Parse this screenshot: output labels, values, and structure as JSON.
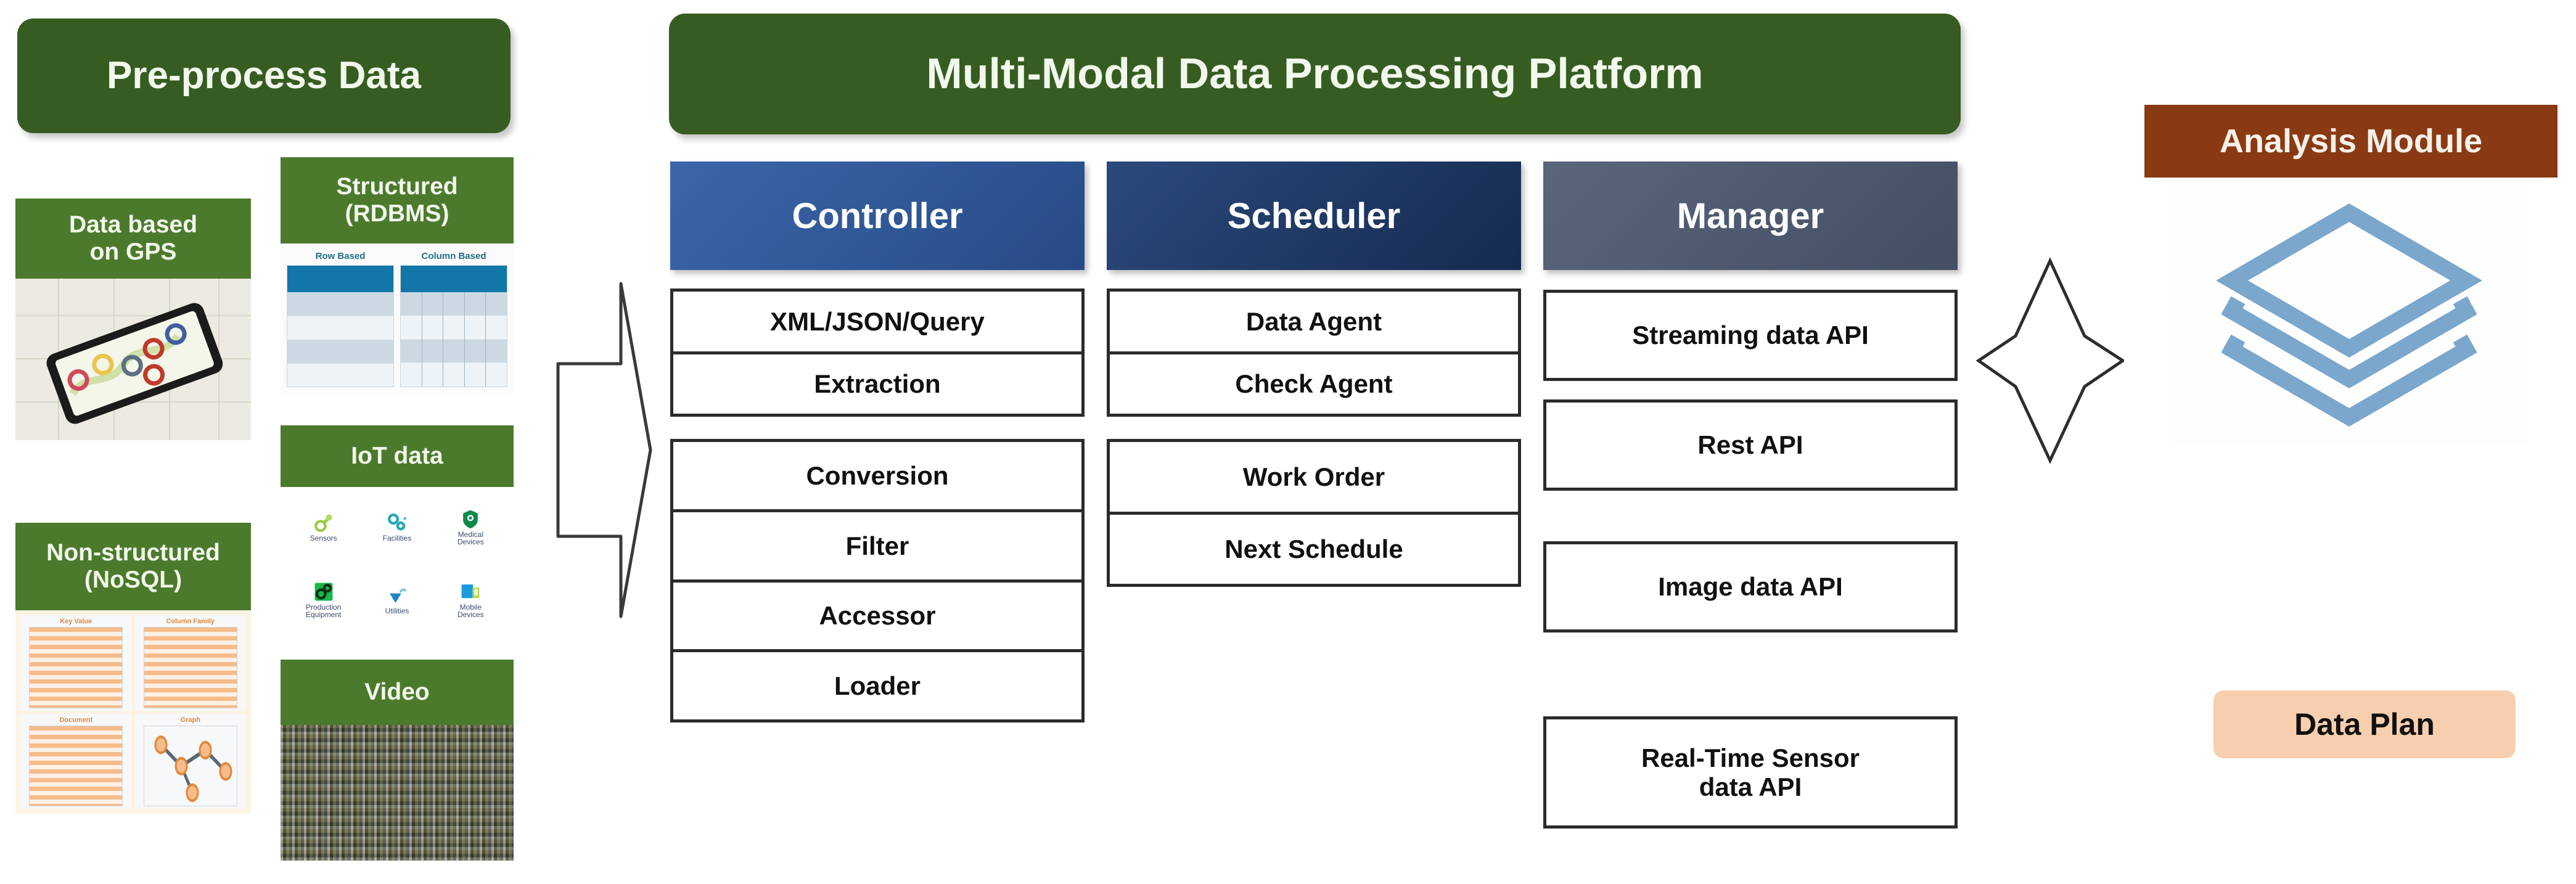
{
  "colors": {
    "dark_green": "#375c21",
    "mid_green": "#4c7a2c",
    "controller_blue": "#2e5596",
    "scheduler_navy": "#1f3864",
    "manager_slate": "#4e5a70",
    "analysis_brown": "#8a3a12",
    "data_plan_peach": "#f8cfae",
    "layers_blue": "#7ba7cc",
    "box_border": "#2b2b2b"
  },
  "preprocess": {
    "title": "Pre-process Data",
    "column_a": [
      {
        "caption": "Data based\non GPS",
        "art": "gps-map-phone-photo",
        "icon_name": "gps-phone-image"
      },
      {
        "caption": "Non-structured\n(NoSQL)",
        "art": "nosql-quadrant-diagram",
        "icon_name": "nosql-types-image",
        "quadrants": [
          "Key Value",
          "Column Family",
          "Document",
          "Graph"
        ]
      }
    ],
    "column_b": [
      {
        "caption": "Structured\n(RDBMS)",
        "art": "rdbms-tables-diagram",
        "icon_name": "rdbms-tables-image",
        "table_labels": [
          "Row Based",
          "Column Based"
        ]
      },
      {
        "caption": "IoT data",
        "art": "iot-icon-grid",
        "icon_name": "iot-devices-image",
        "icons": [
          {
            "label": "Sensors",
            "icon_name": "sensor-icon",
            "color": "#9bc93f"
          },
          {
            "label": "Facilities",
            "icon_name": "facilities-icon",
            "color": "#22a6b3"
          },
          {
            "label": "Medical\nDevices",
            "icon_name": "medical-shield-icon",
            "color": "#0f8a4a"
          },
          {
            "label": "Production\nEquipment",
            "icon_name": "production-gear-icon",
            "color": "#18b84a"
          },
          {
            "label": "Utilities",
            "icon_name": "utilities-icon",
            "color": "#1b84c9"
          },
          {
            "label": "Mobile\nDevices",
            "icon_name": "mobile-devices-icon",
            "color": "#1a9be0"
          }
        ]
      },
      {
        "caption": "Video",
        "art": "video-thumbnail-mosaic",
        "icon_name": "video-mosaic-image"
      }
    ]
  },
  "flow": {
    "inbound_arrow": "arrow-right-outline",
    "exchange_arrow": "arrow-left-right-outline"
  },
  "platform": {
    "title": "Multi-Modal Data Processing Platform",
    "columns": [
      {
        "header": "Controller",
        "header_color": "#2e5596",
        "groups": [
          {
            "items": [
              "XML/JSON/Query",
              "Extraction"
            ]
          },
          {
            "items": [
              "Conversion",
              "Filter",
              "Accessor",
              "Loader"
            ]
          }
        ]
      },
      {
        "header": "Scheduler",
        "header_color": "#1f3864",
        "groups": [
          {
            "items": [
              "Data Agent",
              "Check Agent"
            ]
          },
          {
            "items": [
              "Work Order",
              "Next Schedule"
            ]
          }
        ]
      },
      {
        "header": "Manager",
        "header_color": "#4e5a70",
        "groups": [
          {
            "items": [
              "Streaming data API"
            ]
          },
          {
            "items": [
              "Rest API"
            ]
          },
          {
            "items": [
              "Image data API"
            ]
          },
          {
            "items": [
              "Real-Time Sensor\ndata API"
            ]
          }
        ]
      }
    ]
  },
  "analysis": {
    "title": "Analysis Module",
    "icon_name": "stacked-layers-icon",
    "data_plan_label": "Data Plan"
  }
}
